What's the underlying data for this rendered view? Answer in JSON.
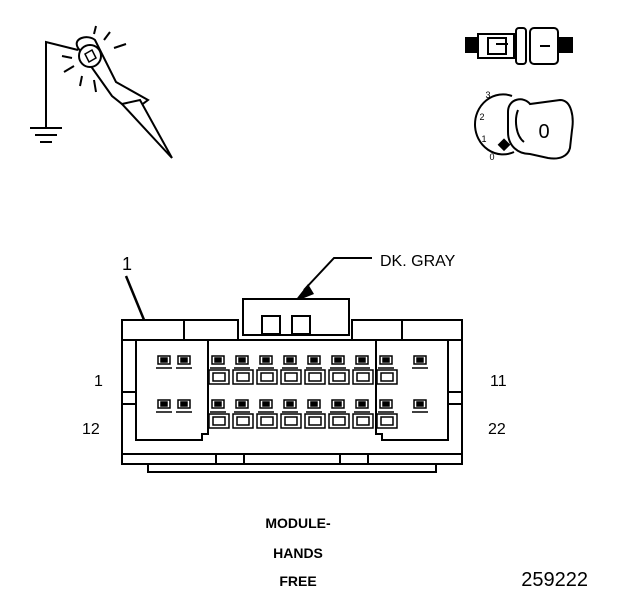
{
  "callout_number": "1",
  "wire_color_label": "DK. GRAY",
  "pin_labels": {
    "top_left": "1",
    "top_right": "11",
    "bottom_left": "12",
    "bottom_right": "22"
  },
  "module_label": {
    "line1": "MODULE-",
    "line2": "HANDS",
    "line3": "FREE"
  },
  "ignition_positions": [
    "3",
    "2",
    "1",
    "0"
  ],
  "key_label": "0",
  "figure_number": "259222",
  "icons": {
    "probe": "test-light-probe-to-ground-icon",
    "fuse": "fuse-icon",
    "ignition": "ignition-key-icon"
  },
  "connector": {
    "cavities_per_row": 11,
    "rows": 2
  }
}
